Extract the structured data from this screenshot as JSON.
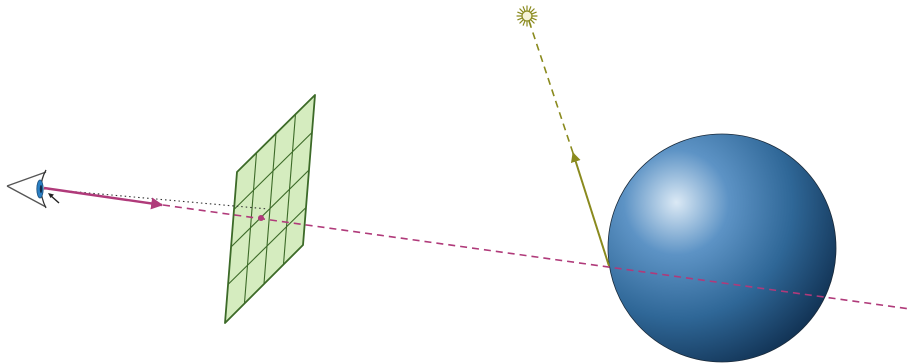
{
  "diagram": {
    "colors": {
      "background": "#ffffff",
      "view_ray": "#b03a7a",
      "shadow_ray": "#8a8a1e",
      "screen_fill": "#d5ecbf",
      "screen_stroke": "#3c6a28",
      "sphere_highlight": "#dbe9f5",
      "sphere_mid": "#2f6797",
      "sphere_dark": "#0e2c4c",
      "light_source": "#8a8a1e",
      "eye_iris": "#2b7fc3",
      "eye_outline": "#555555",
      "cursor": "#222222"
    },
    "elements": [
      {
        "name": "eye-icon",
        "description": "camera eye"
      },
      {
        "name": "image-plane-grid",
        "grid": "3 x 4"
      },
      {
        "name": "light-source-icon"
      },
      {
        "name": "sphere"
      },
      {
        "name": "view-ray"
      },
      {
        "name": "shadow-ray"
      }
    ]
  }
}
